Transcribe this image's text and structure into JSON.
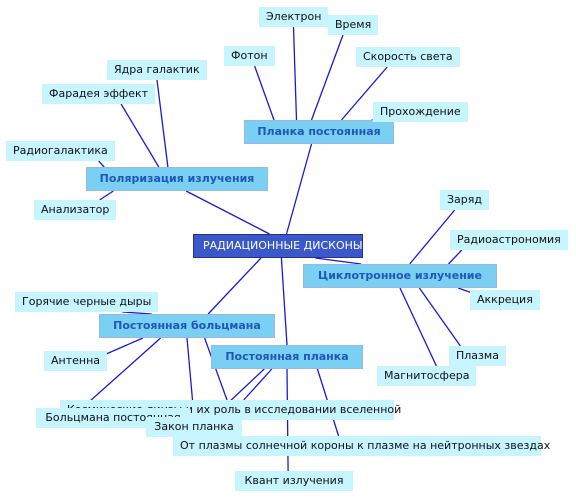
{
  "root": {
    "label": "РАДИАЦИОННЫЕ ДИСКОНЫ"
  },
  "branches": {
    "planck_constant": {
      "label": "Планка постоянная",
      "leaves": [
        "Электрон",
        "Время",
        "Фотон",
        "Скорость света",
        "Прохождение"
      ]
    },
    "polarization": {
      "label": "Поляризация излучения",
      "leaves": [
        "Ядра галактик",
        "Фарадея эффект",
        "Радиогалактика",
        "Анализатор"
      ]
    },
    "cyclotron": {
      "label": "Циклотронное излучение",
      "leaves": [
        "Заряд",
        "Радиоастрономия",
        "Аккреция",
        "Плазма",
        "Магнитосфера"
      ]
    },
    "boltzmann_constant": {
      "label": "Постоянная больцмана",
      "leaves": [
        "Горячие черные дыры",
        "Антенна",
        "Больцмана постоянная",
        "Закон планка"
      ]
    },
    "constant_planck": {
      "label": "Постоянная планка",
      "leaves": [
        "Космические линзы и их роль в исследовании вселенной",
        "От плазмы солнечной короны к плазме на нейтронных звездах",
        "Квант излучения"
      ]
    }
  },
  "colors": {
    "edge": "#1a1ad6",
    "leaf_fill": "#c6f4ff",
    "branch_fill": "#7ad0f2",
    "branch_text": "#1f57b8",
    "root_fill": "#3a58c9"
  }
}
